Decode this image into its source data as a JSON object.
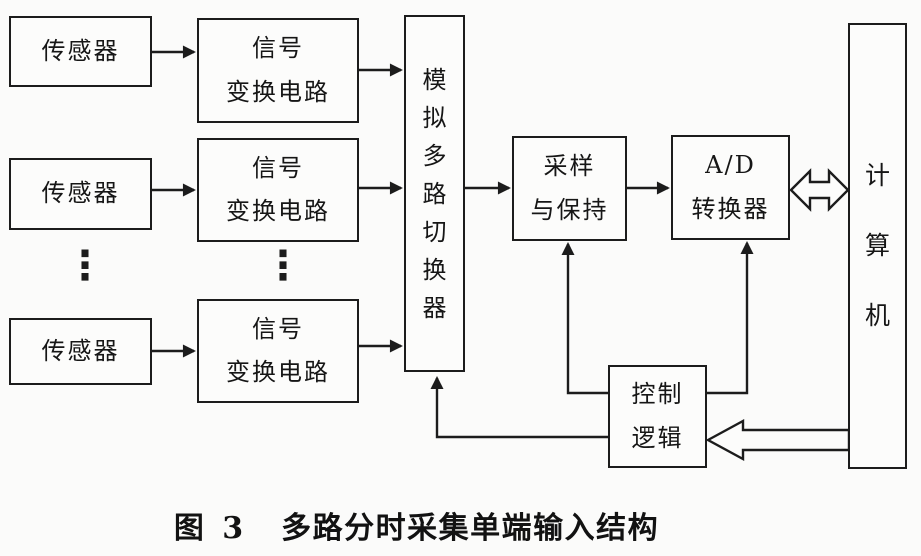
{
  "palette": {
    "ink": "#1c1c1c",
    "paper": "#fbfbfa"
  },
  "channels": [
    {
      "sensor": "传感器",
      "converter": "信号\n变换电路"
    },
    {
      "sensor": "传感器",
      "converter": "信号\n变换电路"
    },
    {
      "sensor": "传感器",
      "converter": "信号\n变换电路"
    }
  ],
  "ellipsis": "⋮",
  "multiplexer": "模\n拟\n多\n路\n切\n换\n器",
  "sample_hold": "采样\n与保持",
  "adc": "A/D\n转换器",
  "control_logic": "控制\n逻辑",
  "computer": "计\n算\n机",
  "caption": {
    "prefix": "图 3",
    "title": "多路分时采集单端输入结构"
  }
}
